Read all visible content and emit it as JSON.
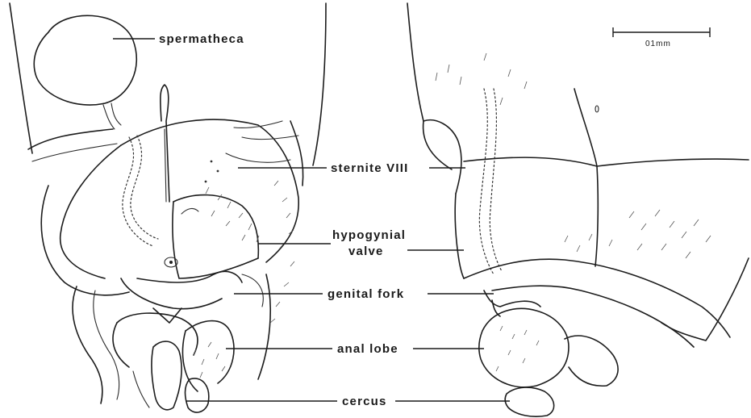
{
  "labels": {
    "spermatheca": "spermatheca",
    "sternite": "sternite VIII",
    "hypogynial_1": "hypogynial",
    "hypogynial_2": "valve",
    "genital_fork": "genital fork",
    "anal_lobe": "anal lobe",
    "cercus": "cercus"
  },
  "scale_bar": {
    "label": "01mm"
  }
}
